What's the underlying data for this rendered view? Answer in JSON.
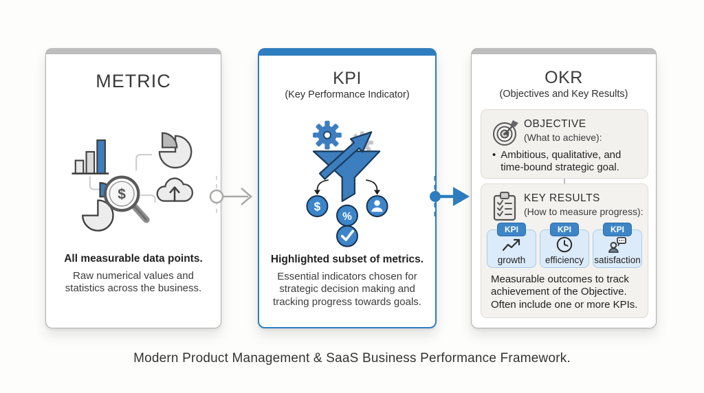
{
  "caption": "Modern Product Management & SaaS Business Performance Framework.",
  "colors": {
    "accent_blue": "#2e7dbe",
    "badge_blue": "#3d85c6",
    "funnel_blue": "#3d7ebf",
    "gray_topbar": "#bdbdbd",
    "card_border_gray": "#b3b0ad",
    "section_bg": "#f2f1ee",
    "chip_bg": "#dcebf9",
    "chip_border": "#abcbe9",
    "text": "#333333"
  },
  "cards": {
    "metric": {
      "title": "METRIC",
      "bold_text": "All measurable data points.",
      "body_text": "Raw numerical values and statistics across the business.",
      "icons": [
        "bar-chart-icon",
        "pie-chart-icon",
        "magnifier-dollar-icon",
        "cloud-upload-icon",
        "pie-chart-blue-icon"
      ]
    },
    "kpi": {
      "title": "KPI",
      "subtitle": "(Key Performance Indicator)",
      "bold_text": "Highlighted subset of metrics.",
      "body_text": "Essential indicators chosen for strategic decision making and tracking progress towards goals.",
      "icons": [
        "gear-icon",
        "growth-arrow-icon",
        "funnel-icon",
        "dollar-circle-icon",
        "percent-circle-icon",
        "person-circle-icon",
        "check-circle-icon"
      ]
    },
    "okr": {
      "title": "OKR",
      "subtitle": "(Objectives and Key Results)",
      "objective": {
        "heading": "OBJECTIVE",
        "subheading": "(What to achieve):",
        "bullet_marker": "•",
        "bullet": "Ambitious, qualitative, and time-bound strategic goal.",
        "icon": "target-dart-icon"
      },
      "key_results": {
        "heading": "KEY RESULTS",
        "subheading": "(How to measure progress):",
        "icon": "clipboard-checklist-icon",
        "kpi_badge_label": "KPI",
        "chips": [
          {
            "label": "growth",
            "icon": "trend-up-icon"
          },
          {
            "label": "efficiency",
            "icon": "clock-icon"
          },
          {
            "label": "satisfaction",
            "icon": "person-chat-icon"
          }
        ],
        "body_text": "Measurable outcomes to track achievement of the Objective. Often include one or more KPIs."
      }
    }
  }
}
